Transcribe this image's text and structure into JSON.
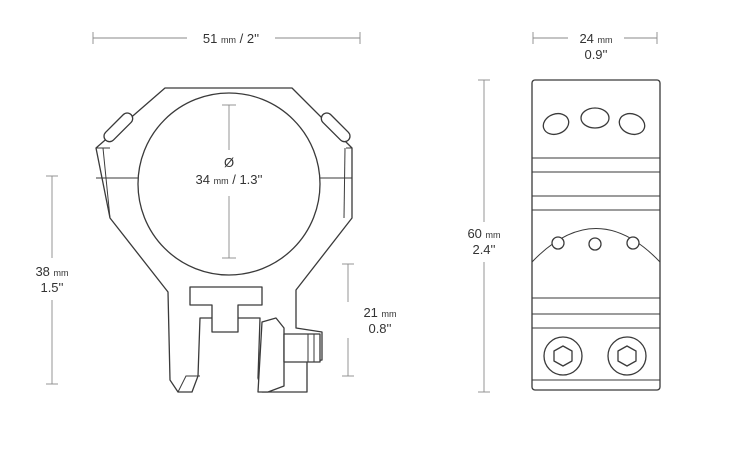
{
  "dimensions": {
    "front_width": {
      "value": "51",
      "unit": "mm",
      "suffix": "/ 2''"
    },
    "ring_diameter": {
      "symbol": "Ø",
      "value": "34",
      "unit": "mm",
      "suffix": "/ 1.3''"
    },
    "overall_height": {
      "value": "38",
      "unit": "mm",
      "imperial": "1.5''"
    },
    "base_height": {
      "value": "21",
      "unit": "mm",
      "imperial": "0.8''"
    },
    "side_width": {
      "value": "24",
      "unit": "mm",
      "imperial": "0.9''"
    },
    "side_height": {
      "value": "60",
      "unit": "mm",
      "imperial": "2.4''"
    }
  },
  "colors": {
    "outline": "#3a3a3a",
    "dimension_line": "#8a8a8a",
    "text": "#333333",
    "background": "#ffffff"
  }
}
